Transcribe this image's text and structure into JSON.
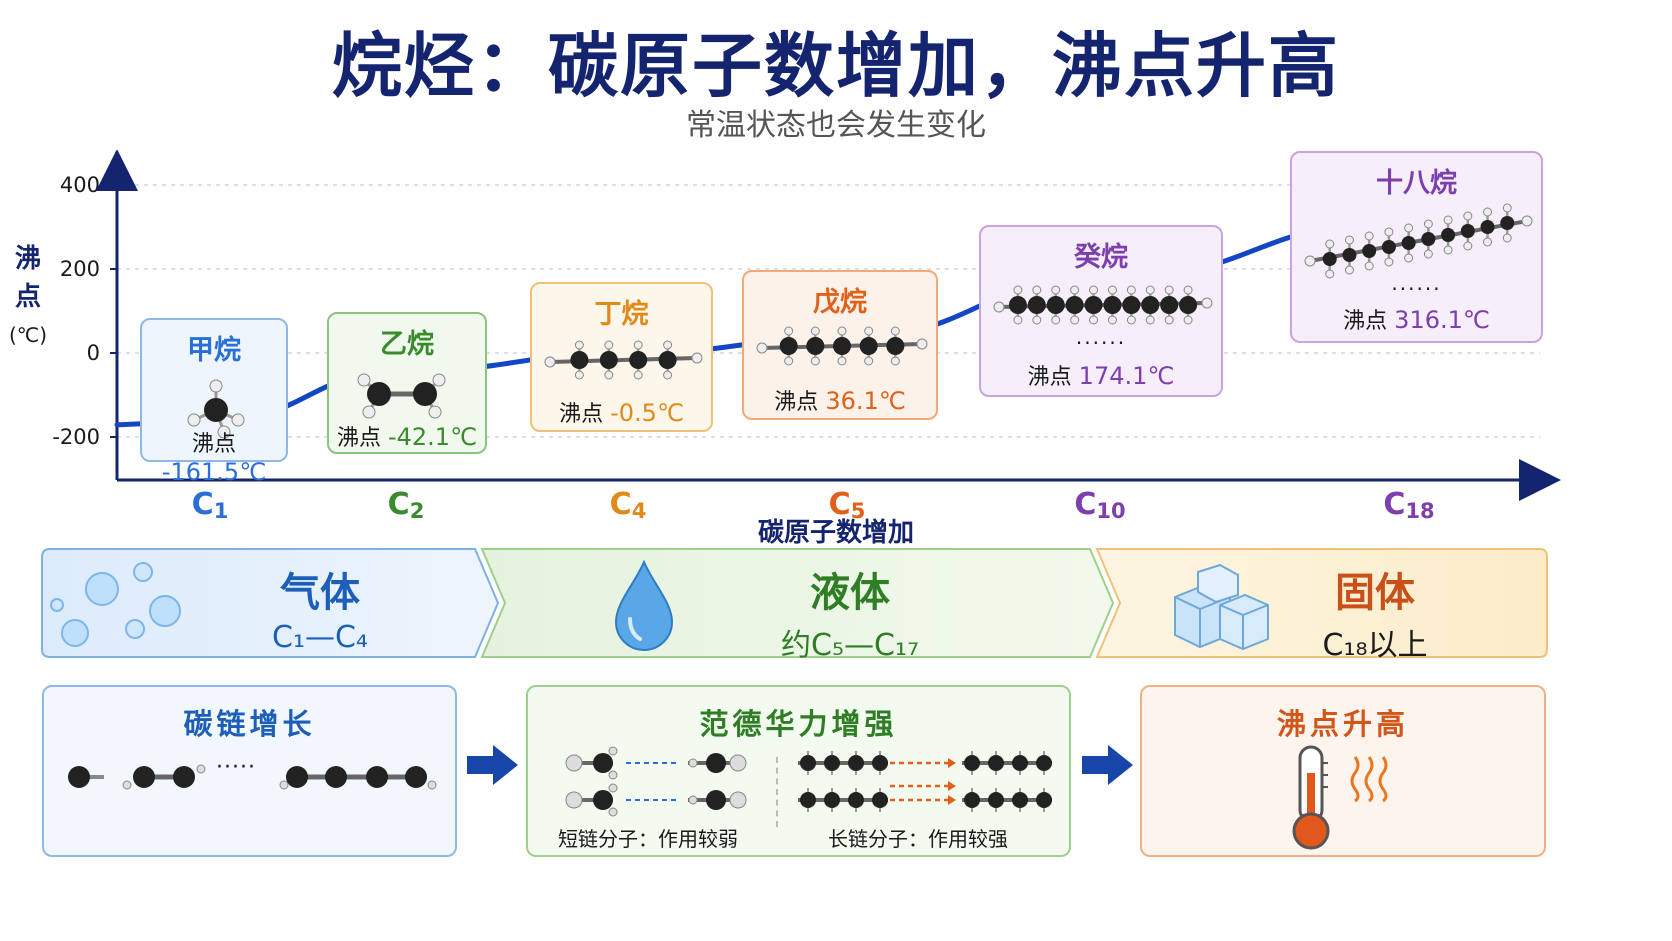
{
  "title": "烷烃：碳原子数增加，沸点升高",
  "subtitle": "常温状态也会发生变化",
  "colors": {
    "navy": "#14246e",
    "curve": "#1346c4",
    "methane": "#2a6fd6",
    "ethane": "#3a8a2e",
    "butane": "#e08a1a",
    "pentane": "#e0611a",
    "decane": "#7d3fae",
    "octadecane": "#7d3fae"
  },
  "chart_data": {
    "type": "line",
    "ylabel_chars": [
      "沸",
      "点"
    ],
    "ylabel_unit": "(℃)",
    "xlabel": "碳原子数增加",
    "yticks": [
      "400",
      "200",
      "0",
      "-200"
    ],
    "ylim": [
      -290,
      420
    ],
    "x_categories": [
      {
        "main": "C",
        "sub": "1"
      },
      {
        "main": "C",
        "sub": "2"
      },
      {
        "main": "C",
        "sub": "4"
      },
      {
        "main": "C",
        "sub": "5"
      },
      {
        "main": "C",
        "sub": "10"
      },
      {
        "main": "C",
        "sub": "18"
      }
    ],
    "points": [
      {
        "carbons": 1,
        "name": "甲烷",
        "bp_label": "沸点",
        "bp_text": "-161.5℃",
        "bp": -161.5
      },
      {
        "carbons": 2,
        "name": "乙烷",
        "bp_label": "沸点",
        "bp_text": "-42.1℃",
        "bp": -42.1
      },
      {
        "carbons": 4,
        "name": "丁烷",
        "bp_label": "沸点",
        "bp_text": "-0.5℃",
        "bp": -0.5
      },
      {
        "carbons": 5,
        "name": "戊烷",
        "bp_label": "沸点",
        "bp_text": "36.1℃",
        "bp": 36.1
      },
      {
        "carbons": 10,
        "name": "癸烷",
        "bp_label": "沸点",
        "bp_text": "174.1℃",
        "bp": 174.1
      },
      {
        "carbons": 18,
        "name": "十八烷",
        "bp_label": "沸点",
        "bp_text": "316.1℃",
        "bp": 316.1
      }
    ],
    "ellipsis": "......"
  },
  "states": [
    {
      "name": "气体",
      "range": "C₁—C₄",
      "icon": "bubbles-icon"
    },
    {
      "name": "液体",
      "range": "约C₅—C₁₇",
      "icon": "water-drop-icon"
    },
    {
      "name": "固体",
      "range": "C₁₈以上",
      "icon": "ice-cubes-icon"
    }
  ],
  "bottom": {
    "chain": {
      "title": "碳链增长",
      "dots": "·····"
    },
    "vdw": {
      "title": "范德华力增强",
      "short_caption": "短链分子：作用较弱",
      "long_caption": "长链分子：作用较强"
    },
    "bp": {
      "title": "沸点升高"
    }
  }
}
